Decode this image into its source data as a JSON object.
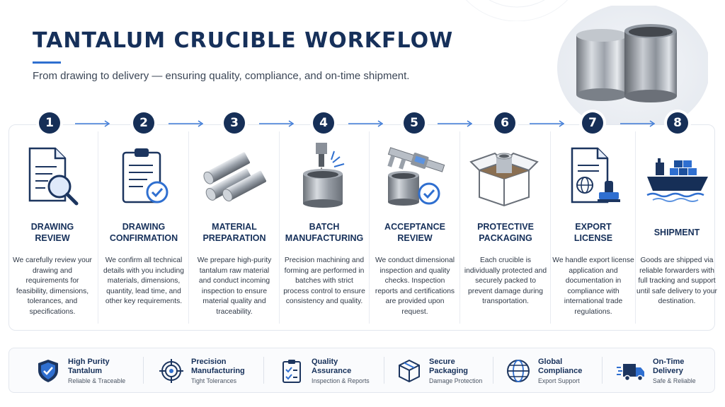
{
  "header": {
    "title": "TANTALUM CRUCIBLE WORKFLOW",
    "subtitle": "From drawing to delivery — ensuring quality, compliance, and on-time shipment."
  },
  "colors": {
    "navy": "#162f57",
    "accent": "#2f6fd0",
    "text": "#2e3846",
    "panel_border": "#e3e7ee"
  },
  "steps": [
    {
      "number": "1",
      "title_line1": "DRAWING",
      "title_line2": "REVIEW",
      "icon": "document-magnifier-icon",
      "description": "We carefully review your drawing and requirements for feasibility, dimensions, tolerances, and specifications."
    },
    {
      "number": "2",
      "title_line1": "DRAWING",
      "title_line2": "CONFIRMATION",
      "icon": "clipboard-check-icon",
      "description": "We confirm all technical details with you including materials, dimensions, quantity, lead time, and other key requirements."
    },
    {
      "number": "3",
      "title_line1": "MATERIAL",
      "title_line2": "PREPARATION",
      "icon": "metal-rods-icon",
      "description": "We prepare high-purity tantalum raw material and conduct incoming inspection to ensure material quality and traceability."
    },
    {
      "number": "4",
      "title_line1": "BATCH",
      "title_line2": "MANUFACTURING",
      "icon": "cnc-machining-icon",
      "description": "Precision machining and forming are performed in batches with strict process control to ensure consistency and quality."
    },
    {
      "number": "5",
      "title_line1": "ACCEPTANCE",
      "title_line2": "REVIEW",
      "icon": "caliper-inspection-icon",
      "description": "We conduct dimensional inspection and quality checks. Inspection reports and certifications are provided upon request."
    },
    {
      "number": "6",
      "title_line1": "PROTECTIVE",
      "title_line2": "PACKAGING",
      "icon": "open-box-icon",
      "description": "Each crucible is individually protected and securely packed to prevent damage during transportation."
    },
    {
      "number": "7",
      "title_line1": "EXPORT",
      "title_line2": "LICENSE",
      "icon": "document-stamp-icon",
      "description": "We handle export license application and documentation in compliance with international trade regulations."
    },
    {
      "number": "8",
      "title_line1": "SHIPMENT",
      "title_line2": "",
      "icon": "cargo-ship-icon",
      "description": "Goods are shipped via reliable forwarders with full tracking and support until safe delivery to your destination."
    }
  ],
  "features": [
    {
      "title_line1": "High Purity",
      "title_line2": "Tantalum",
      "subtitle": "Reliable & Traceable",
      "icon": "shield-check-icon"
    },
    {
      "title_line1": "Precision",
      "title_line2": "Manufacturing",
      "subtitle": "Tight Tolerances",
      "icon": "target-icon"
    },
    {
      "title_line1": "Quality",
      "title_line2": "Assurance",
      "subtitle": "Inspection & Reports",
      "icon": "clipboard-icon"
    },
    {
      "title_line1": "Secure",
      "title_line2": "Packaging",
      "subtitle": "Damage Protection",
      "icon": "package-icon"
    },
    {
      "title_line1": "Global",
      "title_line2": "Compliance",
      "subtitle": "Export Support",
      "icon": "globe-icon"
    },
    {
      "title_line1": "On-Time",
      "title_line2": "Delivery",
      "subtitle": "Safe & Reliable",
      "icon": "delivery-truck-icon"
    }
  ]
}
